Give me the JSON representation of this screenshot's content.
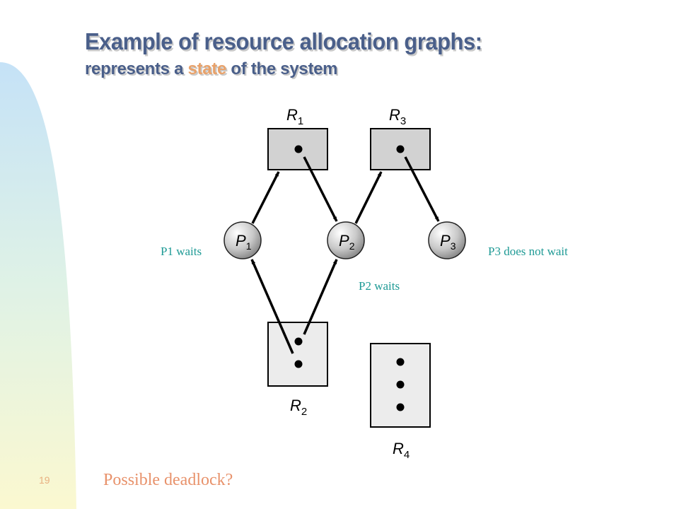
{
  "slide": {
    "title": "Example of resource allocation graphs:",
    "subtitle_prefix": "represents a ",
    "subtitle_highlight": "state",
    "subtitle_suffix": " of the system",
    "question": "Possible deadlock?",
    "slide_number": "19"
  },
  "annotations": {
    "p1": "P1 waits",
    "p2": "P2 waits",
    "p3": "P3 does not wait"
  },
  "graph": {
    "resources": {
      "R1": {
        "label": "R",
        "sub": "1",
        "instances": 1
      },
      "R2": {
        "label": "R",
        "sub": "2",
        "instances": 2
      },
      "R3": {
        "label": "R",
        "sub": "3",
        "instances": 1
      },
      "R4": {
        "label": "R",
        "sub": "4",
        "instances": 3
      }
    },
    "processes": {
      "P1": {
        "label": "P",
        "sub": "1"
      },
      "P2": {
        "label": "P",
        "sub": "2"
      },
      "P3": {
        "label": "P",
        "sub": "3"
      }
    },
    "edges": [
      {
        "from": "P1",
        "to": "R1",
        "kind": "request"
      },
      {
        "from": "R1",
        "to": "P2",
        "kind": "assignment"
      },
      {
        "from": "P2",
        "to": "R3",
        "kind": "request"
      },
      {
        "from": "R3",
        "to": "P3",
        "kind": "assignment"
      },
      {
        "from": "R2",
        "to": "P1",
        "kind": "assignment"
      },
      {
        "from": "R2",
        "to": "P2",
        "kind": "assignment"
      }
    ]
  },
  "colors": {
    "title": "#4a5f8a",
    "highlight": "#e8a26b",
    "annotation": "#1e9a95",
    "question": "#e8926b",
    "resource_fill_held": "#d2d2d2",
    "resource_fill_free": "#ececec"
  }
}
